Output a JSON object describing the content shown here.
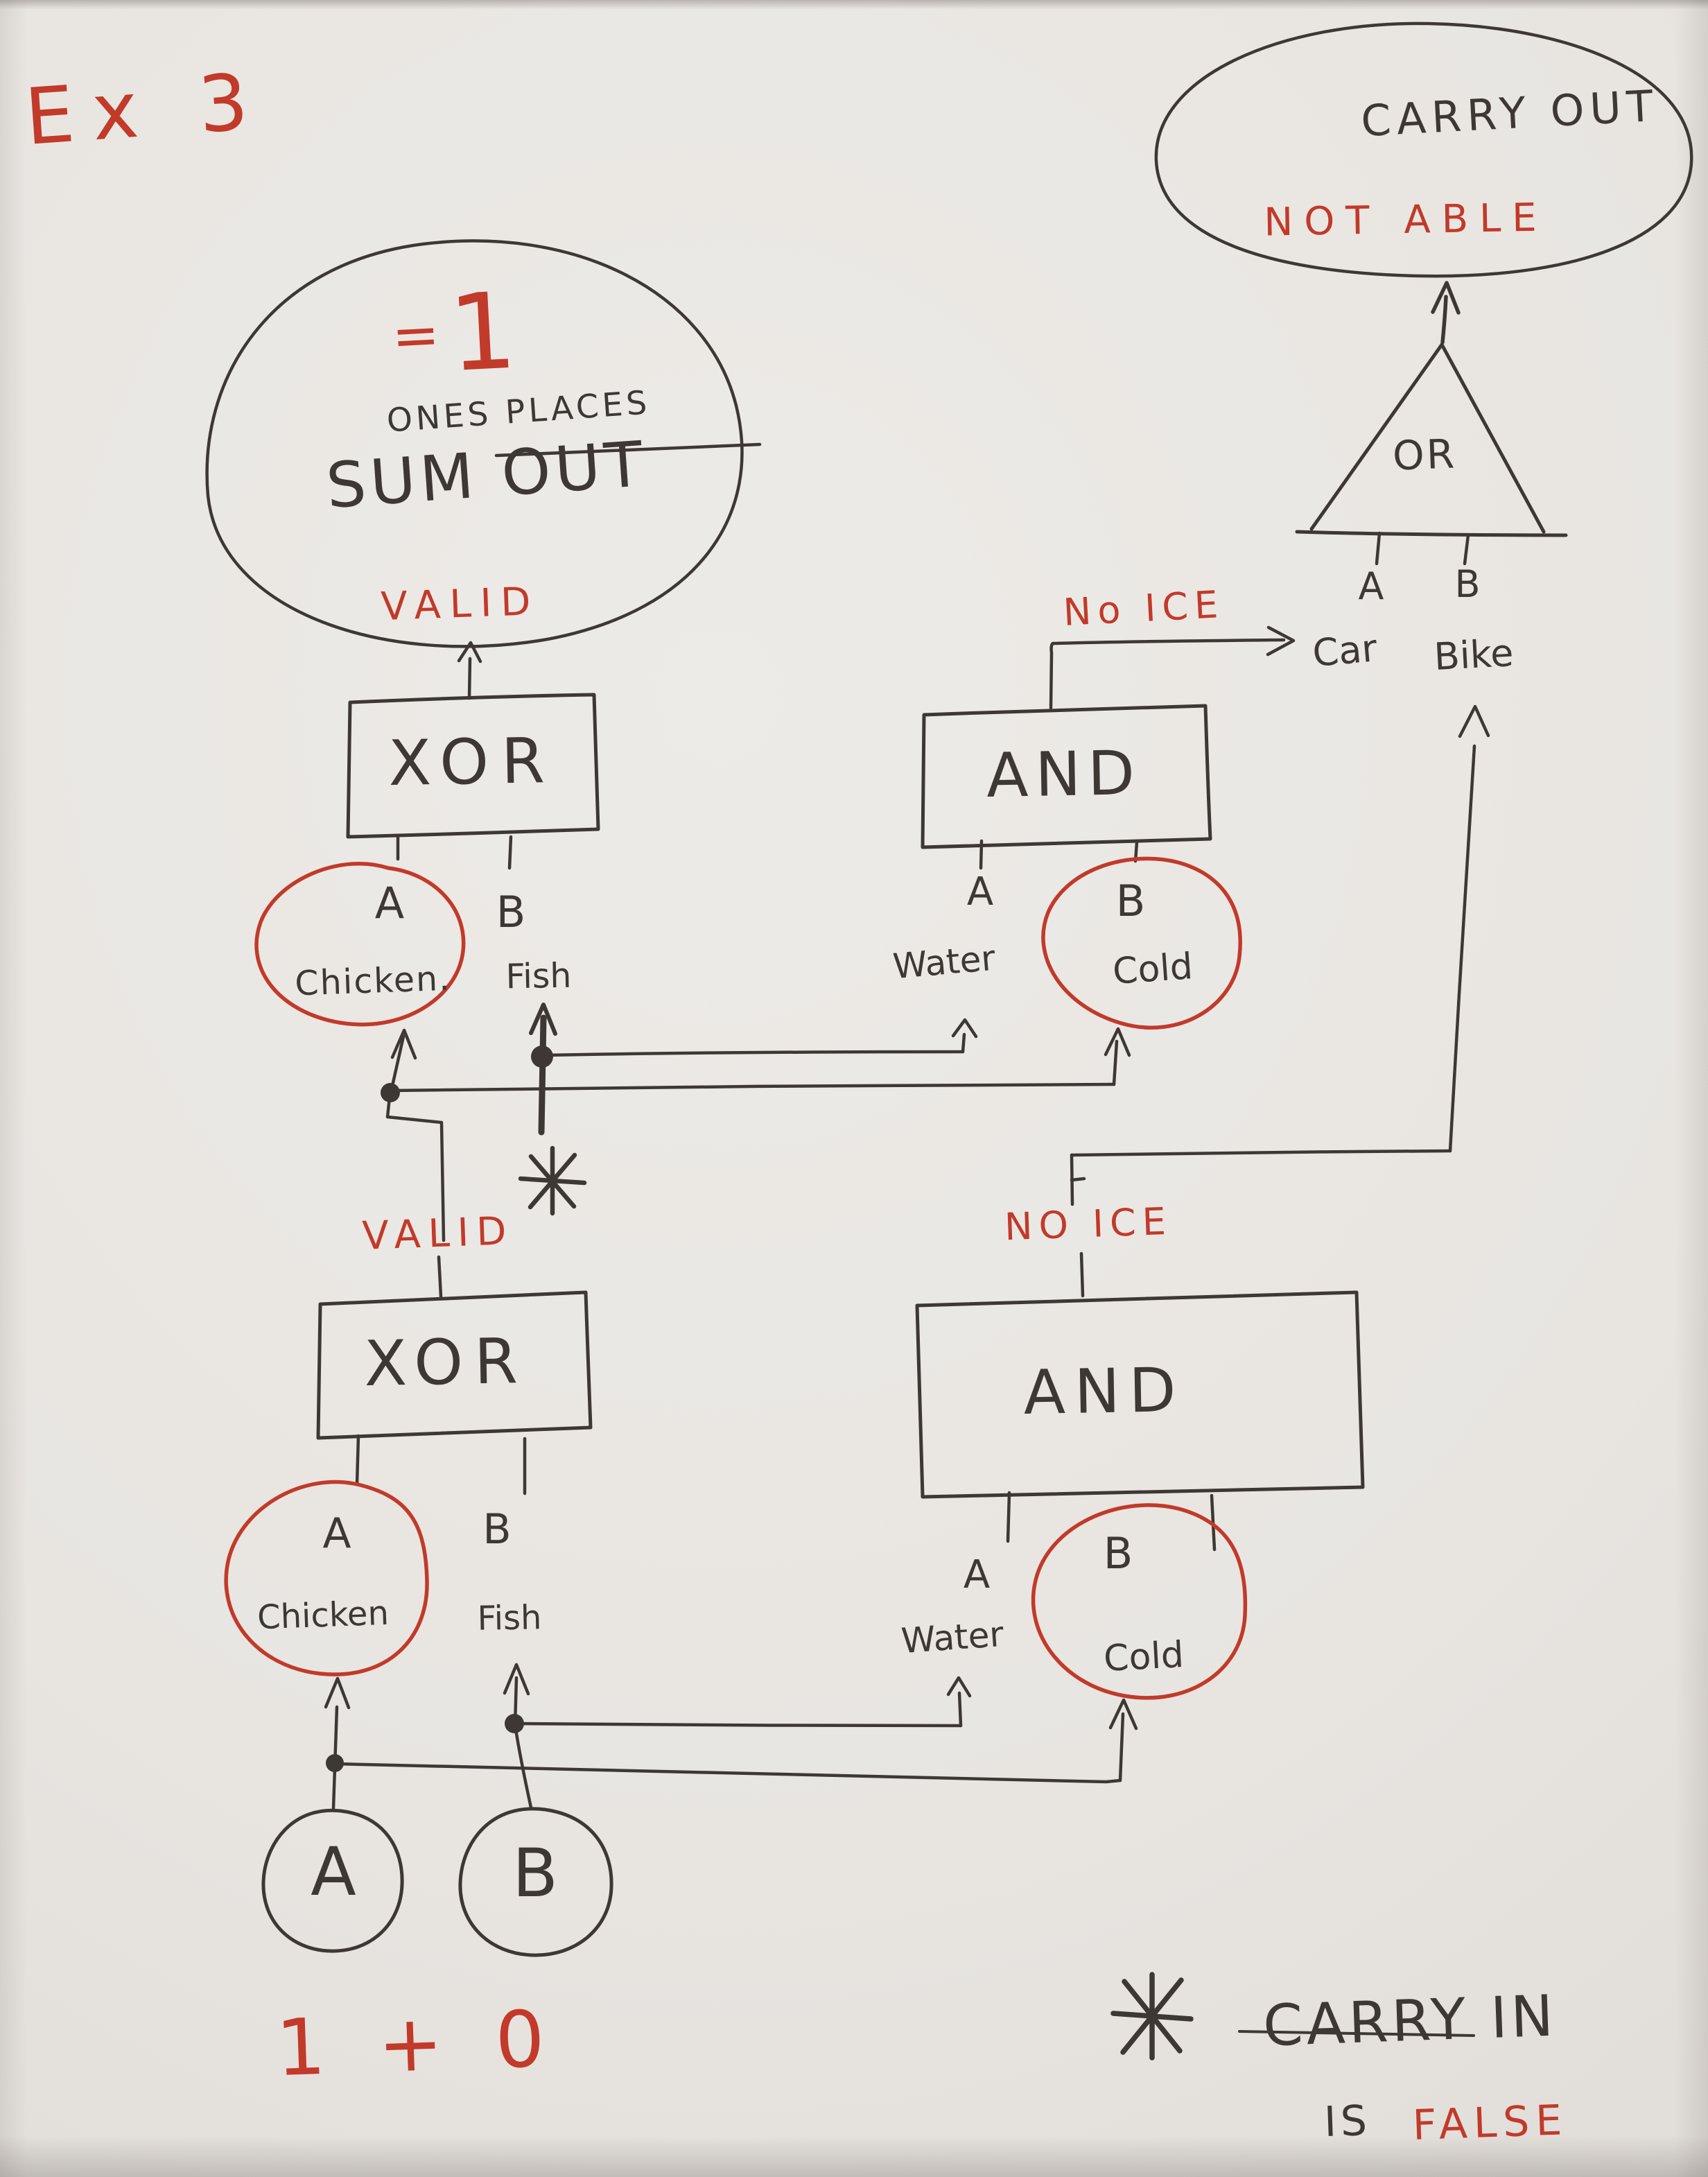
{
  "title": "Ex 3",
  "colors": {
    "ink": "#3d3833",
    "red": "#c23a2a",
    "paper": "#e8e5e1"
  },
  "sum_bubble": {
    "equals": "=",
    "one": "1",
    "subtitle": "ONES PLACES",
    "label": "SUM OUT",
    "status": "VALID"
  },
  "carry_bubble": {
    "title": "CARRY OUT",
    "status": "NOT ABLE"
  },
  "or_gate": {
    "label": "OR",
    "input_a": "A",
    "input_b": "B",
    "input_a_value": "Car",
    "input_b_value": "Bike"
  },
  "upper_xor": {
    "label": "XOR",
    "input_a": "A",
    "input_b": "B",
    "input_a_value": "Chicken.",
    "input_b_value": "Fish"
  },
  "upper_and": {
    "label": "AND",
    "output": "No ICE",
    "input_a": "A",
    "input_b": "B",
    "input_a_value": "Water",
    "input_b_value": "Cold"
  },
  "lower_xor": {
    "label": "XOR",
    "output": "VALID",
    "input_a": "A",
    "input_b": "B",
    "input_a_value": "Chicken",
    "input_b_value": "Fish"
  },
  "lower_and": {
    "label": "AND",
    "output": "NO ICE",
    "input_a": "A",
    "input_b": "B",
    "input_a_value": "Water",
    "input_b_value": "Cold"
  },
  "inputs": {
    "a": "A",
    "b": "B",
    "expression": "1 + 0"
  },
  "footnote": {
    "symbol": "*",
    "line1": "CARRY IN",
    "line2_a": "IS",
    "line2_b": "FALSE"
  }
}
